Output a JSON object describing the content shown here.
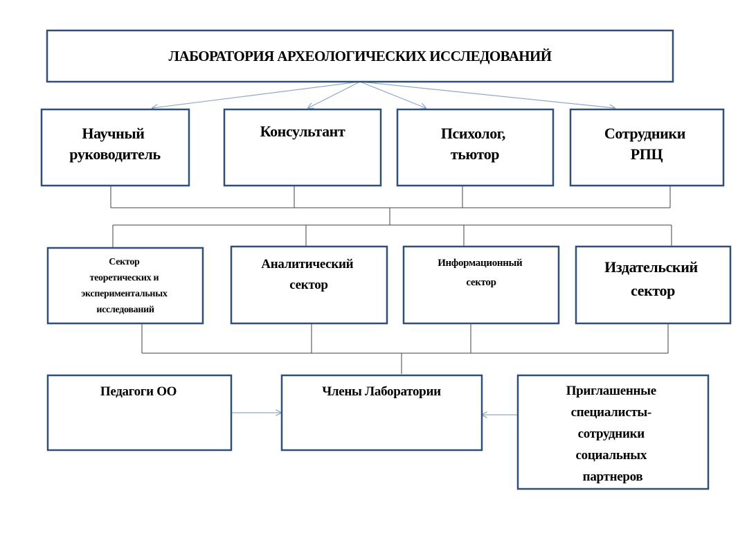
{
  "title": "ЛАБОРАТОРИЯ АРХЕОЛОГИЧЕСКИХ ИССЛЕДОВАНИЙ",
  "tier1": {
    "supervisor": [
      "Научный",
      "руководитель"
    ],
    "consultant": [
      "Консультант"
    ],
    "psychologist": [
      "Психолог,",
      "тьютор"
    ],
    "staff": [
      "Сотрудники",
      "РПЦ"
    ]
  },
  "tier2": {
    "research": [
      "Сектор",
      "теоретических и",
      "экспериментальных",
      "исследований"
    ],
    "analytical": [
      "Аналитический",
      "сектор"
    ],
    "information": [
      "Информационный",
      "сектор"
    ],
    "publishing": [
      "Издательский",
      "сектор"
    ]
  },
  "tier3": {
    "teachers": [
      "Педагоги ОО"
    ],
    "members": [
      "Члены Лаборатории"
    ],
    "invited": [
      "Приглашенные",
      "специалисты-",
      "сотрудники",
      "социальных",
      "партнеров"
    ]
  },
  "colors": {
    "box_border": "#2f4f74",
    "arrow": "#8fa8c8",
    "connector": "#404040"
  }
}
